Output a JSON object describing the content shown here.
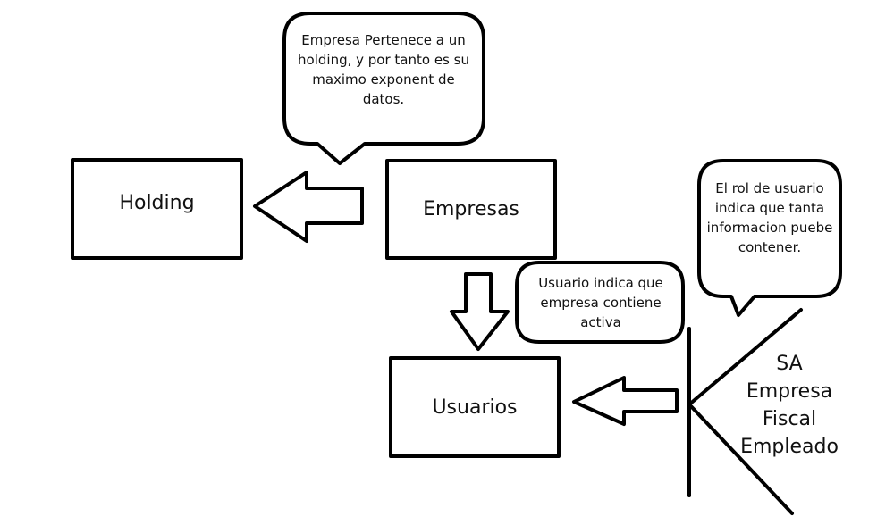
{
  "boxes": {
    "holding": "Holding",
    "empresas": "Empresas",
    "usuarios": "Usuarios"
  },
  "bubbles": {
    "holding_note": "Empresa Pertenece a un holding, y por tanto es su maximo exponent de datos.",
    "usuario_note": "Usuario indica que empresa contiene activa",
    "rol_note": "El rol de usuario indica que tanta informacion puebe contener."
  },
  "roles": [
    "SA",
    "Empresa",
    "Fiscal",
    "Empleado"
  ]
}
